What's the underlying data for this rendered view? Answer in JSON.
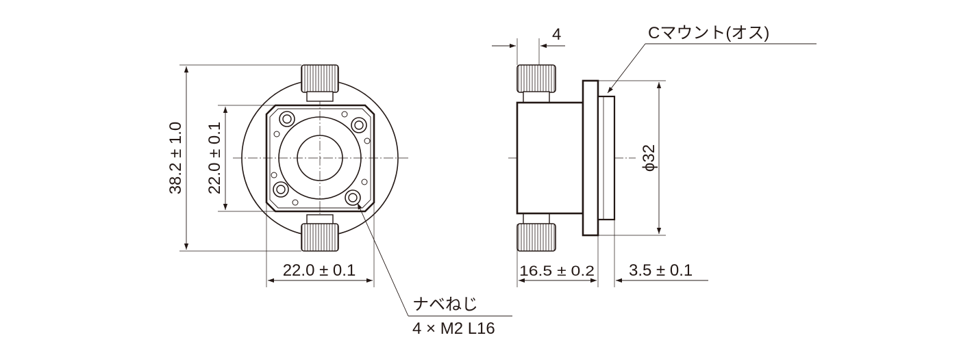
{
  "front_view": {
    "dim_height_overall": "38.2 ± 1.0",
    "dim_height_square": "22.0 ± 0.1",
    "dim_width_square": "22.0 ± 0.1",
    "screw_label": "ナベねじ",
    "screw_spec": "4 × M2 L16"
  },
  "side_view": {
    "dim_top": "4",
    "mount_label": "Cマウント(オス)",
    "dim_diameter": "ϕ32",
    "dim_body_length": "16.5 ± 0.2",
    "dim_flange": "3.5 ± 0.1"
  }
}
